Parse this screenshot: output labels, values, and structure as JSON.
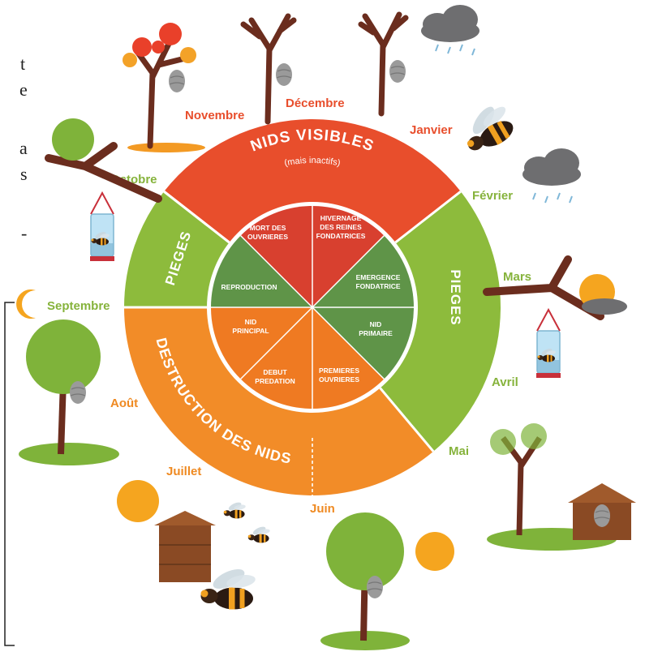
{
  "colors": {
    "red": "#e84e2c",
    "green": "#8dbb3c",
    "orange": "#f28c28",
    "inner_red": "#d8402f",
    "inner_green": "#5f9448",
    "inner_orange": "#ef7a22",
    "month_red": "#e84e2c",
    "month_green": "#86b33c",
    "month_orange": "#ef8a22",
    "trunk": "#6b2d1e",
    "foliage": "#7fb33a",
    "sun": "#f5a51f"
  },
  "phases": {
    "nids_visibles": "NIDS VISIBLES",
    "nids_visibles_sub": "(mais inactifs)",
    "pieges_left": "PIEGES",
    "pieges_right": "PIEGES",
    "destruction": "DESTRUCTION DES NIDS"
  },
  "stages": [
    {
      "id": "mort",
      "lines": [
        "MORT DES",
        "OUVRIERES"
      ]
    },
    {
      "id": "hivernage",
      "lines": [
        "HIVERNAGE",
        "DES REINES",
        "FONDATRICES"
      ]
    },
    {
      "id": "emergence",
      "lines": [
        "EMERGENCE",
        "FONDATRICE"
      ]
    },
    {
      "id": "nid_primaire",
      "lines": [
        "NID",
        "PRIMAIRE"
      ]
    },
    {
      "id": "premieres",
      "lines": [
        "PREMIERES",
        "OUVRIERES"
      ]
    },
    {
      "id": "debut",
      "lines": [
        "DEBUT",
        "PREDATION"
      ]
    },
    {
      "id": "nid_principal",
      "lines": [
        "NID",
        "PRINCIPAL"
      ]
    },
    {
      "id": "reproduction",
      "lines": [
        "REPRODUCTION"
      ]
    }
  ],
  "months": {
    "janvier": "Janvier",
    "fevrier": "Février",
    "mars": "Mars",
    "avril": "Avril",
    "mai": "Mai",
    "juin": "Juin",
    "juillet": "Juillet",
    "aout": "Août",
    "septembre": "Septembre",
    "octobre": "Octobre",
    "novembre": "Novembre",
    "decembre": "Décembre"
  },
  "fragments": {
    "f1": "t",
    "f2": "e",
    "f3": "a",
    "f4": "s",
    "f5": "-"
  },
  "icons": {
    "cloud": "rain-cloud-icon",
    "sun": "sun-icon",
    "moon": "crescent-moon-icon",
    "hornet": "hornet-icon",
    "trap": "bottle-trap-icon",
    "nest": "hornet-nest-icon",
    "hive": "beehive-icon",
    "tree": "tree-icon"
  }
}
